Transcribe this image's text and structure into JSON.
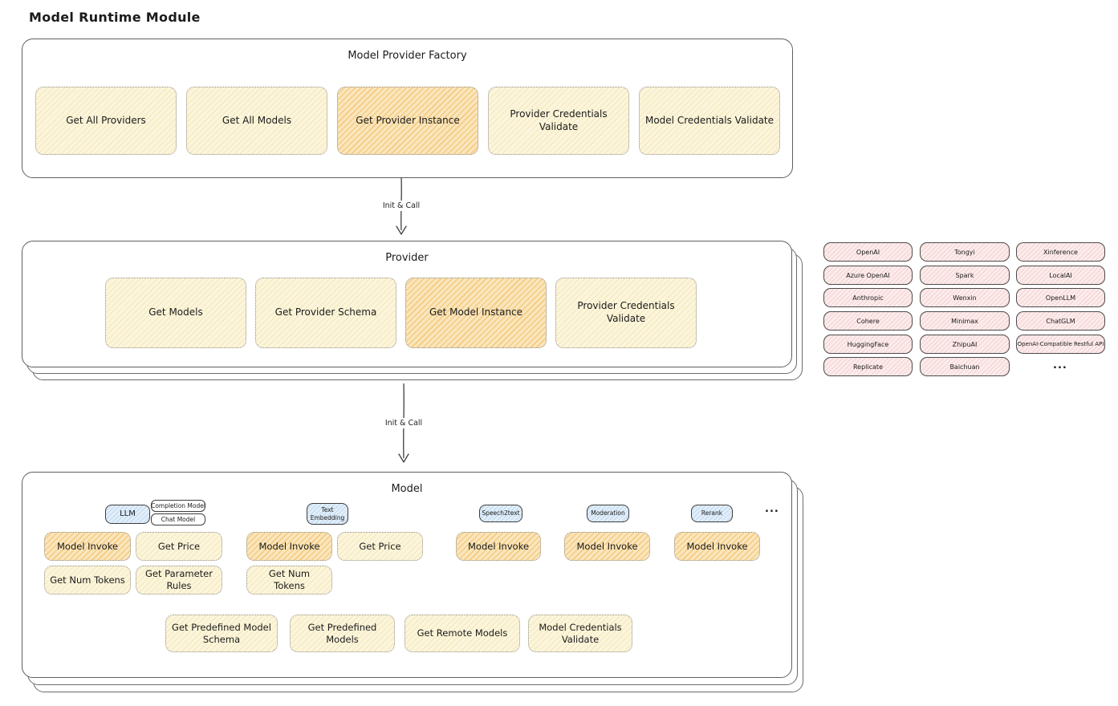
{
  "page_title": "Model Runtime Module",
  "colors": {
    "node_yellow": "#FCF5DD",
    "node_orange": "#FAE6BC",
    "tab_blue": "#E2EEF9",
    "pill_pink": "#FCECEC"
  },
  "factory": {
    "title": "Model Provider Factory",
    "items": [
      {
        "label": "Get All Providers",
        "highlighted": false
      },
      {
        "label": "Get All Models",
        "highlighted": false
      },
      {
        "label": "Get Provider Instance",
        "highlighted": true
      },
      {
        "label": "Provider Credentials Validate",
        "highlighted": false
      },
      {
        "label": "Model Credentials Validate",
        "highlighted": false
      }
    ]
  },
  "arrows": [
    {
      "label": "Init & Call"
    },
    {
      "label": "Init & Call"
    }
  ],
  "provider": {
    "title": "Provider",
    "items": [
      {
        "label": "Get Models",
        "highlighted": false
      },
      {
        "label": "Get Provider Schema",
        "highlighted": false
      },
      {
        "label": "Get Model Instance",
        "highlighted": true
      },
      {
        "label": "Provider Credentials Validate",
        "highlighted": false
      }
    ]
  },
  "provider_list": {
    "col1": [
      "OpenAI",
      "Azure OpenAI",
      "Anthropic",
      "Cohere",
      "HuggingFace",
      "Replicate"
    ],
    "col2": [
      "Tongyi",
      "Spark",
      "Wenxin",
      "Minimax",
      "ZhipuAI",
      "Baichuan"
    ],
    "col3": [
      "Xinference",
      "LocalAI",
      "OpenLLM",
      "ChatGLM",
      "OpenAI-Compatible Restful API"
    ],
    "more": "..."
  },
  "model": {
    "title": "Model",
    "more": "...",
    "groups": [
      {
        "tab": "LLM",
        "subtabs": [
          "Completion Model",
          "Chat Model"
        ],
        "items": [
          {
            "label": "Model Invoke",
            "highlighted": true
          },
          {
            "label": "Get Price",
            "highlighted": false
          },
          {
            "label": "Get Num Tokens",
            "highlighted": false
          },
          {
            "label": "Get Parameter Rules",
            "highlighted": false
          }
        ]
      },
      {
        "tab": "Text Embedding",
        "items": [
          {
            "label": "Model Invoke",
            "highlighted": true
          },
          {
            "label": "Get Price",
            "highlighted": false
          },
          {
            "label": "Get Num Tokens",
            "highlighted": false
          }
        ]
      },
      {
        "tab": "Speech2text",
        "items": [
          {
            "label": "Model Invoke",
            "highlighted": true
          }
        ]
      },
      {
        "tab": "Moderation",
        "items": [
          {
            "label": "Model Invoke",
            "highlighted": true
          }
        ]
      },
      {
        "tab": "Rerank",
        "items": [
          {
            "label": "Model Invoke",
            "highlighted": true
          }
        ]
      }
    ],
    "bottom_items": [
      {
        "label": "Get Predefined Model Schema"
      },
      {
        "label": "Get Predefined Models"
      },
      {
        "label": "Get Remote Models"
      },
      {
        "label": "Model Credentials Validate"
      }
    ]
  }
}
